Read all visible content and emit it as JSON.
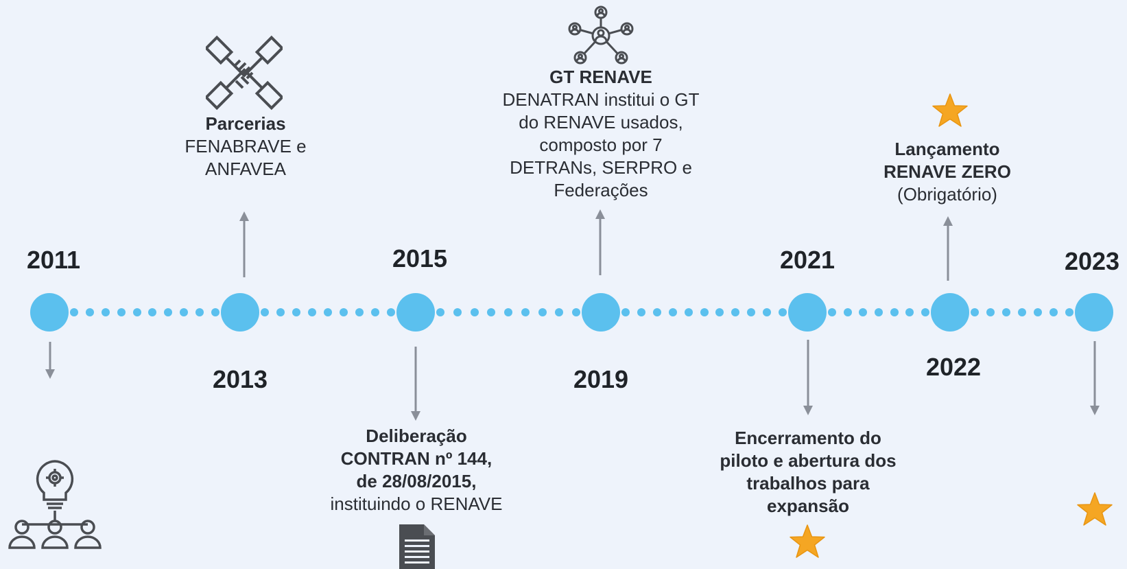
{
  "colors": {
    "node": "#5bc0ee",
    "arrow": "#8a8f99",
    "star": "#f5a623",
    "icon": "#4a4d52",
    "background": "#eef3fb"
  },
  "years": {
    "y2011": "2011",
    "y2013": "2013",
    "y2015": "2015",
    "y2019": "2019",
    "y2021": "2021",
    "y2022": "2022",
    "y2023": "2023"
  },
  "events": {
    "parcerias": {
      "title": "Parcerias",
      "line1": "FENABRAVE e",
      "line2": "ANFAVEA"
    },
    "deliberacao": {
      "line1": "Deliberação",
      "line2": "CONTRAN nº 144,",
      "line3": "de 28/08/2015,",
      "line4": "instituindo o RENAVE"
    },
    "gt_renave": {
      "title": "GT RENAVE",
      "line1": "DENATRAN institui o GT",
      "line2": "do RENAVE usados,",
      "line3": "composto por 7",
      "line4": "DETRANs, SERPRO e",
      "line5": "Federações"
    },
    "encerramento": {
      "line1": "Encerramento do",
      "line2": "piloto e abertura dos",
      "line3": "trabalhos para",
      "line4": "expansão"
    },
    "lancamento": {
      "line1": "Lançamento",
      "line2": "RENAVE ZERO",
      "line3": "(Obrigatório)"
    }
  },
  "icons": {
    "idea_team": "lightbulb-team-icon",
    "handshake": "handshake-icon",
    "document": "document-icon",
    "network": "network-people-icon",
    "star": "star-icon"
  }
}
